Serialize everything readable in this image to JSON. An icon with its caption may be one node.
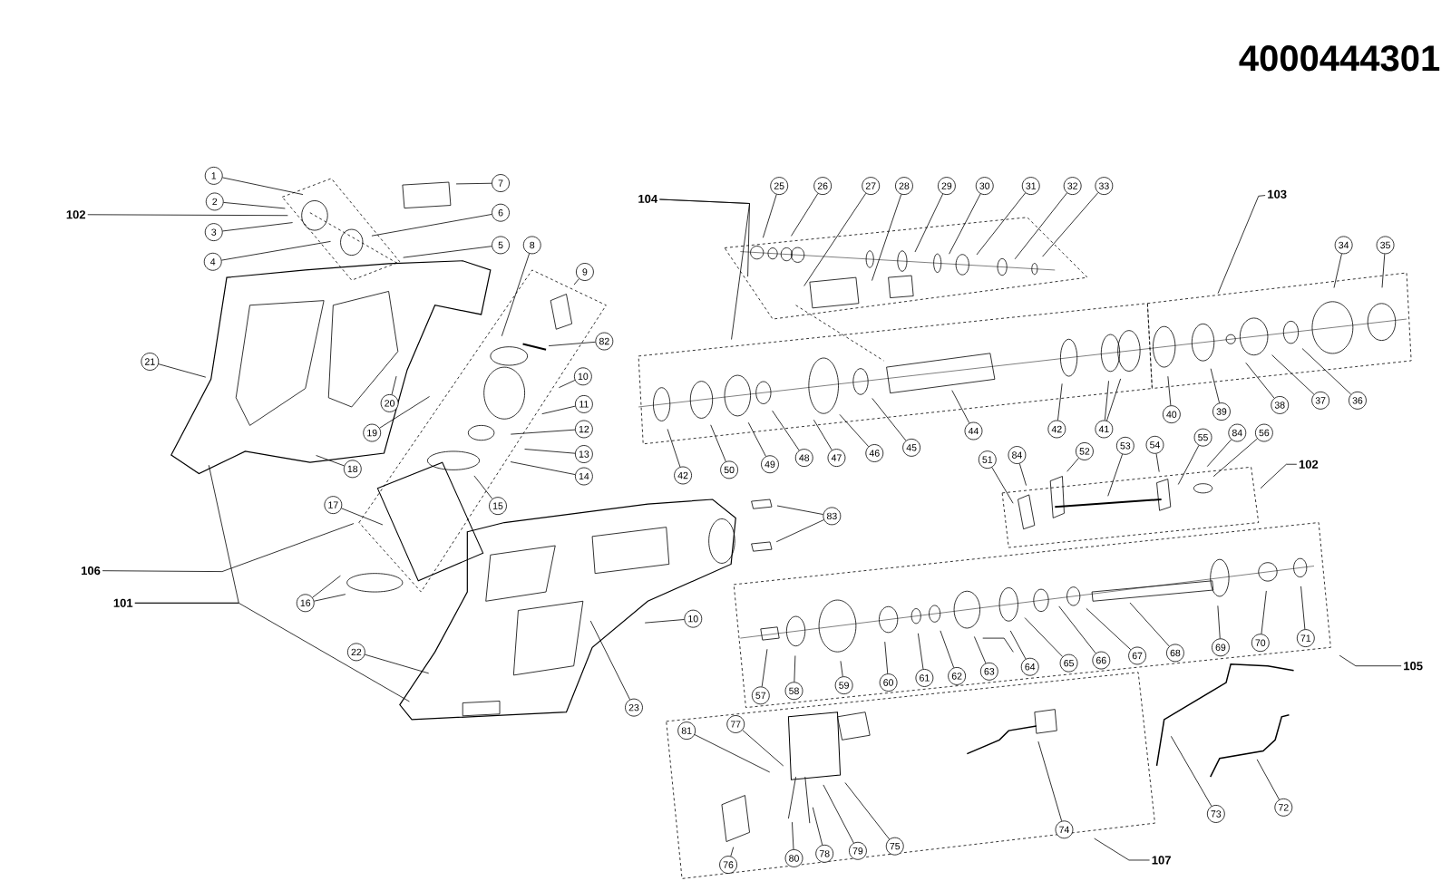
{
  "diagram": {
    "title": "4000444301",
    "nodes": [
      {
        "text": [
          "102"
        ]
      },
      {
        "text": [
          "1"
        ]
      },
      {
        "text": [
          "2"
        ]
      },
      {
        "text": [
          "3"
        ]
      },
      {
        "text": [
          "4"
        ]
      },
      {
        "text": [
          "7"
        ]
      },
      {
        "text": [
          "6"
        ]
      },
      {
        "text": [
          "5"
        ]
      },
      {
        "text": [
          "8"
        ]
      },
      {
        "text": [
          "9"
        ]
      },
      {
        "text": [
          "82"
        ]
      },
      {
        "text": [
          "10"
        ]
      },
      {
        "text": [
          "11"
        ]
      },
      {
        "text": [
          "12"
        ]
      },
      {
        "text": [
          "13"
        ]
      },
      {
        "text": [
          "14"
        ]
      },
      {
        "text": [
          "21"
        ]
      },
      {
        "text": [
          "20"
        ]
      },
      {
        "text": [
          "19"
        ]
      },
      {
        "text": [
          "18"
        ]
      },
      {
        "text": [
          "15"
        ]
      },
      {
        "text": [
          "17"
        ]
      },
      {
        "text": [
          "106"
        ]
      },
      {
        "text": [
          "101"
        ]
      },
      {
        "text": [
          "16"
        ]
      },
      {
        "text": [
          "22"
        ]
      },
      {
        "text": [
          "23"
        ]
      },
      {
        "text": [
          "10"
        ]
      },
      {
        "text": [
          "83"
        ]
      },
      {
        "text": [
          "104"
        ]
      },
      {
        "text": [
          "25"
        ]
      },
      {
        "text": [
          "26"
        ]
      },
      {
        "text": [
          "27"
        ]
      },
      {
        "text": [
          "28"
        ]
      },
      {
        "text": [
          "29"
        ]
      },
      {
        "text": [
          "30"
        ]
      },
      {
        "text": [
          "31"
        ]
      },
      {
        "text": [
          "32"
        ]
      },
      {
        "text": [
          "33"
        ]
      },
      {
        "text": [
          "103"
        ]
      },
      {
        "text": [
          "34"
        ]
      },
      {
        "text": [
          "35"
        ]
      },
      {
        "text": [
          "42"
        ]
      },
      {
        "text": [
          "50"
        ]
      },
      {
        "text": [
          "49"
        ]
      },
      {
        "text": [
          "48"
        ]
      },
      {
        "text": [
          "47"
        ]
      },
      {
        "text": [
          "46"
        ]
      },
      {
        "text": [
          "45"
        ]
      },
      {
        "text": [
          "44"
        ]
      },
      {
        "text": [
          "42"
        ]
      },
      {
        "text": [
          "41"
        ]
      },
      {
        "text": [
          "40"
        ]
      },
      {
        "text": [
          "39"
        ]
      },
      {
        "text": [
          "38"
        ]
      },
      {
        "text": [
          "37"
        ]
      },
      {
        "text": [
          "36"
        ]
      },
      {
        "text": [
          "102"
        ]
      },
      {
        "text": [
          "51"
        ]
      },
      {
        "text": [
          "84"
        ]
      },
      {
        "text": [
          "52"
        ]
      },
      {
        "text": [
          "53"
        ]
      },
      {
        "text": [
          "54"
        ]
      },
      {
        "text": [
          "55"
        ]
      },
      {
        "text": [
          "84"
        ]
      },
      {
        "text": [
          "56"
        ]
      },
      {
        "text": [
          "57"
        ]
      },
      {
        "text": [
          "58"
        ]
      },
      {
        "text": [
          "59"
        ]
      },
      {
        "text": [
          "60"
        ]
      },
      {
        "text": [
          "61"
        ]
      },
      {
        "text": [
          "62"
        ]
      },
      {
        "text": [
          "63"
        ]
      },
      {
        "text": [
          "64"
        ]
      },
      {
        "text": [
          "65"
        ]
      },
      {
        "text": [
          "66"
        ]
      },
      {
        "text": [
          "67"
        ]
      },
      {
        "text": [
          "68"
        ]
      },
      {
        "text": [
          "69"
        ]
      },
      {
        "text": [
          "70"
        ]
      },
      {
        "text": [
          "71"
        ]
      },
      {
        "text": [
          "105"
        ]
      },
      {
        "text": [
          "72"
        ]
      },
      {
        "text": [
          "73"
        ]
      },
      {
        "text": [
          "81"
        ]
      },
      {
        "text": [
          "77"
        ]
      },
      {
        "text": [
          "75"
        ]
      },
      {
        "text": [
          "74"
        ]
      },
      {
        "text": [
          "76"
        ]
      },
      {
        "text": [
          "80"
        ]
      },
      {
        "text": [
          "78"
        ]
      },
      {
        "text": [
          "79"
        ]
      },
      {
        "text": [
          "107"
        ]
      }
    ],
    "edges": [
      {
        "from": 0,
        "to": null,
        "arrow": "none"
      },
      {
        "from": 1,
        "to": null,
        "arrow": "none"
      },
      {
        "from": 2,
        "to": null,
        "arrow": "none"
      },
      {
        "from": 3,
        "to": null,
        "arrow": "none"
      },
      {
        "from": 4,
        "to": null,
        "arrow": "none"
      },
      {
        "from": 5,
        "to": null,
        "arrow": "none"
      },
      {
        "from": 6,
        "to": null,
        "arrow": "none"
      },
      {
        "from": 7,
        "to": null,
        "arrow": "none"
      },
      {
        "from": 8,
        "to": null,
        "arrow": "none"
      },
      {
        "from": 9,
        "to": null,
        "arrow": "none"
      },
      {
        "from": 10,
        "to": null,
        "arrow": "none"
      },
      {
        "from": 11,
        "to": null,
        "arrow": "none"
      },
      {
        "from": 12,
        "to": null,
        "arrow": "none"
      },
      {
        "from": 13,
        "to": null,
        "arrow": "none"
      },
      {
        "from": 14,
        "to": null,
        "arrow": "none"
      },
      {
        "from": 15,
        "to": null,
        "arrow": "none"
      },
      {
        "from": 16,
        "to": null,
        "arrow": "none"
      },
      {
        "from": 17,
        "to": null,
        "arrow": "none"
      },
      {
        "from": 18,
        "to": null,
        "arrow": "none"
      },
      {
        "from": 19,
        "to": null,
        "arrow": "none"
      },
      {
        "from": 20,
        "to": null,
        "arrow": "none"
      },
      {
        "from": 21,
        "to": null,
        "arrow": "none"
      },
      {
        "from": 22,
        "to": null,
        "arrow": "none"
      },
      {
        "from": 23,
        "to": null,
        "arrow": "none"
      },
      {
        "from": 23,
        "to": null,
        "arrow": "none"
      },
      {
        "from": 24,
        "to": null,
        "arrow": "none"
      },
      {
        "from": 24,
        "to": null,
        "arrow": "none"
      },
      {
        "from": 25,
        "to": null,
        "arrow": "none"
      },
      {
        "from": 26,
        "to": null,
        "arrow": "none"
      },
      {
        "from": 27,
        "to": null,
        "arrow": "none"
      },
      {
        "from": 28,
        "to": null,
        "arrow": "none"
      },
      {
        "from": 28,
        "to": null,
        "arrow": "none"
      },
      {
        "from": 29,
        "to": null,
        "arrow": "none"
      },
      {
        "from": 29,
        "to": null,
        "arrow": "none"
      },
      {
        "from": 30,
        "to": null,
        "arrow": "none"
      },
      {
        "from": 31,
        "to": null,
        "arrow": "none"
      },
      {
        "from": 32,
        "to": null,
        "arrow": "none"
      },
      {
        "from": 33,
        "to": null,
        "arrow": "none"
      },
      {
        "from": 34,
        "to": null,
        "arrow": "none"
      },
      {
        "from": 35,
        "to": null,
        "arrow": "none"
      },
      {
        "from": 36,
        "to": null,
        "arrow": "none"
      },
      {
        "from": 37,
        "to": null,
        "arrow": "none"
      },
      {
        "from": 38,
        "to": null,
        "arrow": "none"
      },
      {
        "from": 39,
        "to": null,
        "arrow": "none"
      },
      {
        "from": 40,
        "to": null,
        "arrow": "none"
      },
      {
        "from": 41,
        "to": null,
        "arrow": "none"
      },
      {
        "from": 42,
        "to": null,
        "arrow": "none"
      },
      {
        "from": 43,
        "to": null,
        "arrow": "none"
      },
      {
        "from": 44,
        "to": null,
        "arrow": "none"
      },
      {
        "from": 45,
        "to": null,
        "arrow": "none"
      },
      {
        "from": 46,
        "to": null,
        "arrow": "none"
      },
      {
        "from": 47,
        "to": null,
        "arrow": "none"
      },
      {
        "from": 48,
        "to": null,
        "arrow": "none"
      },
      {
        "from": 49,
        "to": null,
        "arrow": "none"
      },
      {
        "from": 50,
        "to": null,
        "arrow": "none"
      },
      {
        "from": 51,
        "to": null,
        "arrow": "none"
      },
      {
        "from": 51,
        "to": null,
        "arrow": "none"
      },
      {
        "from": 52,
        "to": null,
        "arrow": "none"
      },
      {
        "from": 53,
        "to": null,
        "arrow": "none"
      },
      {
        "from": 54,
        "to": null,
        "arrow": "none"
      },
      {
        "from": 55,
        "to": null,
        "arrow": "none"
      },
      {
        "from": 56,
        "to": null,
        "arrow": "none"
      },
      {
        "from": 57,
        "to": null,
        "arrow": "none"
      },
      {
        "from": 58,
        "to": null,
        "arrow": "none"
      },
      {
        "from": 59,
        "to": null,
        "arrow": "none"
      },
      {
        "from": 60,
        "to": null,
        "arrow": "none"
      },
      {
        "from": 61,
        "to": null,
        "arrow": "none"
      },
      {
        "from": 62,
        "to": null,
        "arrow": "none"
      },
      {
        "from": 63,
        "to": null,
        "arrow": "none"
      },
      {
        "from": 64,
        "to": null,
        "arrow": "none"
      },
      {
        "from": 65,
        "to": null,
        "arrow": "none"
      },
      {
        "from": 66,
        "to": null,
        "arrow": "none"
      },
      {
        "from": 67,
        "to": null,
        "arrow": "none"
      },
      {
        "from": 68,
        "to": null,
        "arrow": "none"
      },
      {
        "from": 69,
        "to": null,
        "arrow": "none"
      },
      {
        "from": 70,
        "to": null,
        "arrow": "none"
      },
      {
        "from": 71,
        "to": null,
        "arrow": "none"
      },
      {
        "from": 72,
        "to": null,
        "arrow": "none"
      },
      {
        "from": 73,
        "to": null,
        "arrow": "none"
      },
      {
        "from": 74,
        "to": null,
        "arrow": "none"
      },
      {
        "from": 75,
        "to": null,
        "arrow": "none"
      },
      {
        "from": 76,
        "to": null,
        "arrow": "none"
      },
      {
        "from": 77,
        "to": null,
        "arrow": "none"
      },
      {
        "from": 78,
        "to": null,
        "arrow": "none"
      },
      {
        "from": 79,
        "to": null,
        "arrow": "none"
      },
      {
        "from": 80,
        "to": null,
        "arrow": "none"
      },
      {
        "from": 81,
        "to": null,
        "arrow": "none"
      },
      {
        "from": 82,
        "to": null,
        "arrow": "none"
      },
      {
        "from": 83,
        "to": null,
        "arrow": "none"
      },
      {
        "from": 84,
        "to": null,
        "arrow": "none"
      },
      {
        "from": 85,
        "to": null,
        "arrow": "none"
      },
      {
        "from": 86,
        "to": null,
        "arrow": "none"
      },
      {
        "from": 87,
        "to": null,
        "arrow": "none"
      },
      {
        "from": 88,
        "to": null,
        "arrow": "none"
      },
      {
        "from": 89,
        "to": null,
        "arrow": "none"
      },
      {
        "from": 90,
        "to": null,
        "arrow": "none"
      },
      {
        "from": 91,
        "to": null,
        "arrow": "none"
      },
      {
        "from": 92,
        "to": null,
        "arrow": "none"
      }
    ]
  }
}
